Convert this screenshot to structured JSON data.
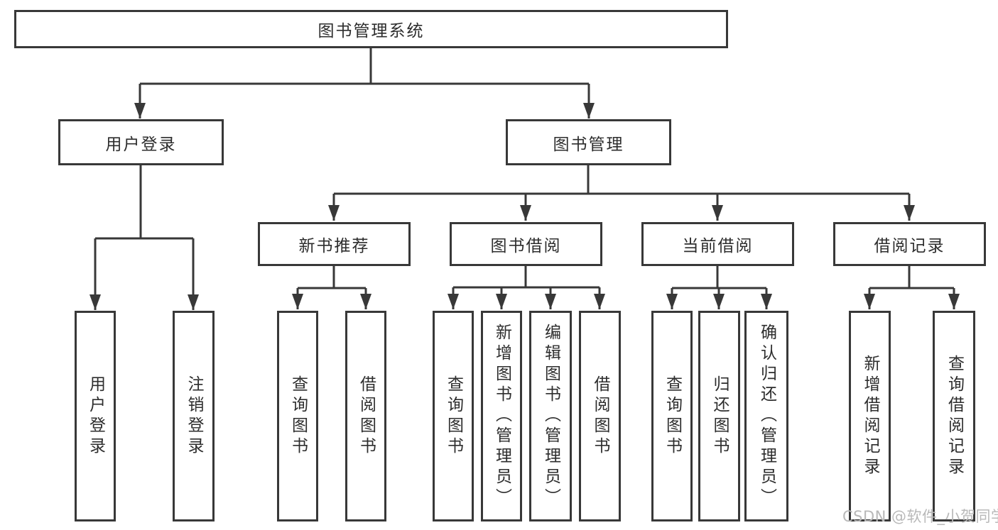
{
  "root": {
    "label": "图书管理系统"
  },
  "level2": [
    {
      "label": "用户登录"
    },
    {
      "label": "图书管理"
    }
  ],
  "level3": [
    {
      "label": "新书推荐"
    },
    {
      "label": "图书借阅"
    },
    {
      "label": "当前借阅"
    },
    {
      "label": "借阅记录"
    }
  ],
  "leaves": {
    "user_login": [
      {
        "label": "用户登录"
      },
      {
        "label": "注销登录"
      }
    ],
    "new_book_recommend": [
      {
        "label": "查询图书"
      },
      {
        "label": "借阅图书"
      }
    ],
    "book_borrow": [
      {
        "label": "查询图书"
      },
      {
        "label": "新增图书（管理员）"
      },
      {
        "label": "编辑图书（管理员）"
      },
      {
        "label": "借阅图书"
      }
    ],
    "current_borrow": [
      {
        "label": "查询图书"
      },
      {
        "label": "归还图书"
      },
      {
        "label": "确认归还（管理员）"
      }
    ],
    "borrow_records": [
      {
        "label": "新增借阅记录"
      },
      {
        "label": "查询借阅记录"
      }
    ]
  },
  "watermark": "CSDN @软件_小贺同学",
  "colors": {
    "line": "#383838",
    "text": "#2d2d2d",
    "box_fill": "#ffffff",
    "watermark": "#b9b9b9",
    "background": "#ffffff"
  }
}
